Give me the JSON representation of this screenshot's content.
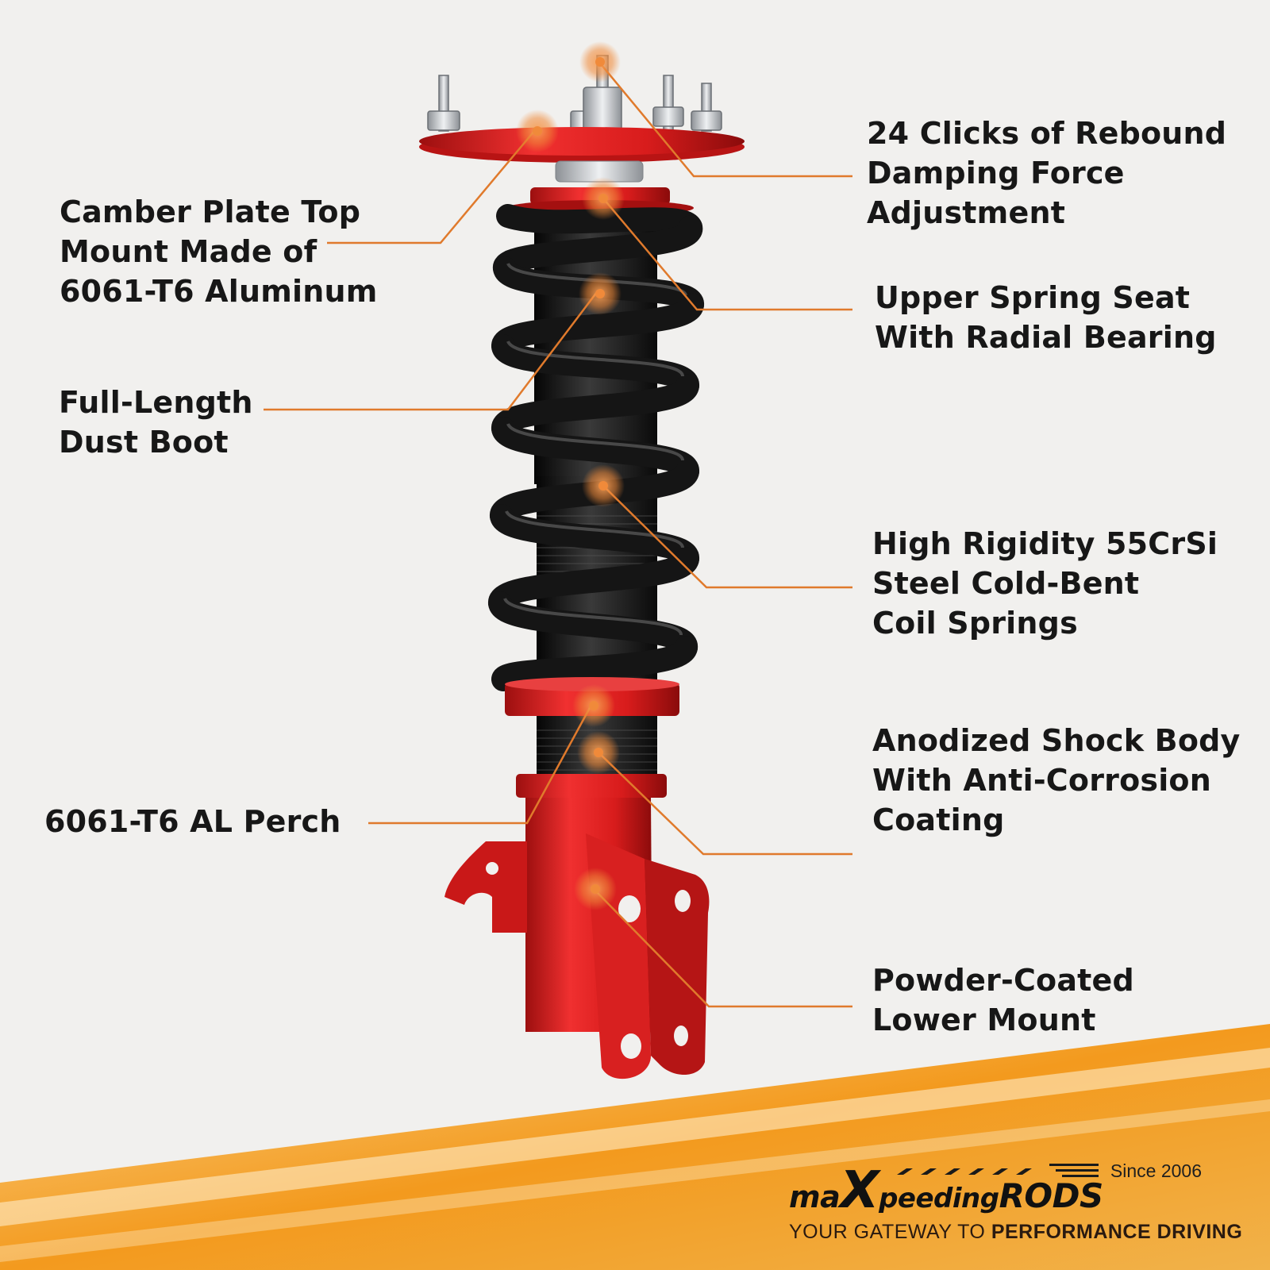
{
  "colors": {
    "background": "#f1f0ee",
    "callout_line": "#e07a2c",
    "callout_dot": "#f08a3a",
    "spring": "#151515",
    "anodized_red": "#d81c1c",
    "aluminum": "#bfc3c8",
    "banner_orange": "#f39a1e",
    "label_text": "#171717"
  },
  "labels": {
    "camber": {
      "lines": [
        "Camber Plate Top",
        "Mount Made of",
        "6061-T6 Aluminum"
      ]
    },
    "dustboot": {
      "lines": [
        "Full-Length",
        "Dust Boot"
      ]
    },
    "perch": {
      "lines": [
        "6061-T6 AL Perch"
      ]
    },
    "rebound": {
      "lines": [
        "24 Clicks of Rebound",
        "Damping Force",
        "Adjustment"
      ]
    },
    "seat": {
      "lines": [
        "Upper Spring Seat",
        "With Radial Bearing"
      ]
    },
    "spring": {
      "lines": [
        "High Rigidity 55CrSi",
        "Steel Cold-Bent",
        "Coil Springs"
      ]
    },
    "body": {
      "lines": [
        "Anodized Shock Body",
        "With Anti-Corrosion",
        "Coating"
      ]
    },
    "lower": {
      "lines": [
        "Powder-Coated",
        "Lower Mount"
      ]
    }
  },
  "brand": {
    "since": "Since 2006",
    "logo_pre": "ma",
    "logo_x": "X",
    "logo_mid": "peeding",
    "logo_rods": "RODS",
    "tagline_light": "YOUR GATEWAY TO ",
    "tagline_bold": "PERFORMANCE DRIVING"
  },
  "icons": [
    "coilover-illustration",
    "callout-dot-icon",
    "checkered-flag-icon"
  ]
}
